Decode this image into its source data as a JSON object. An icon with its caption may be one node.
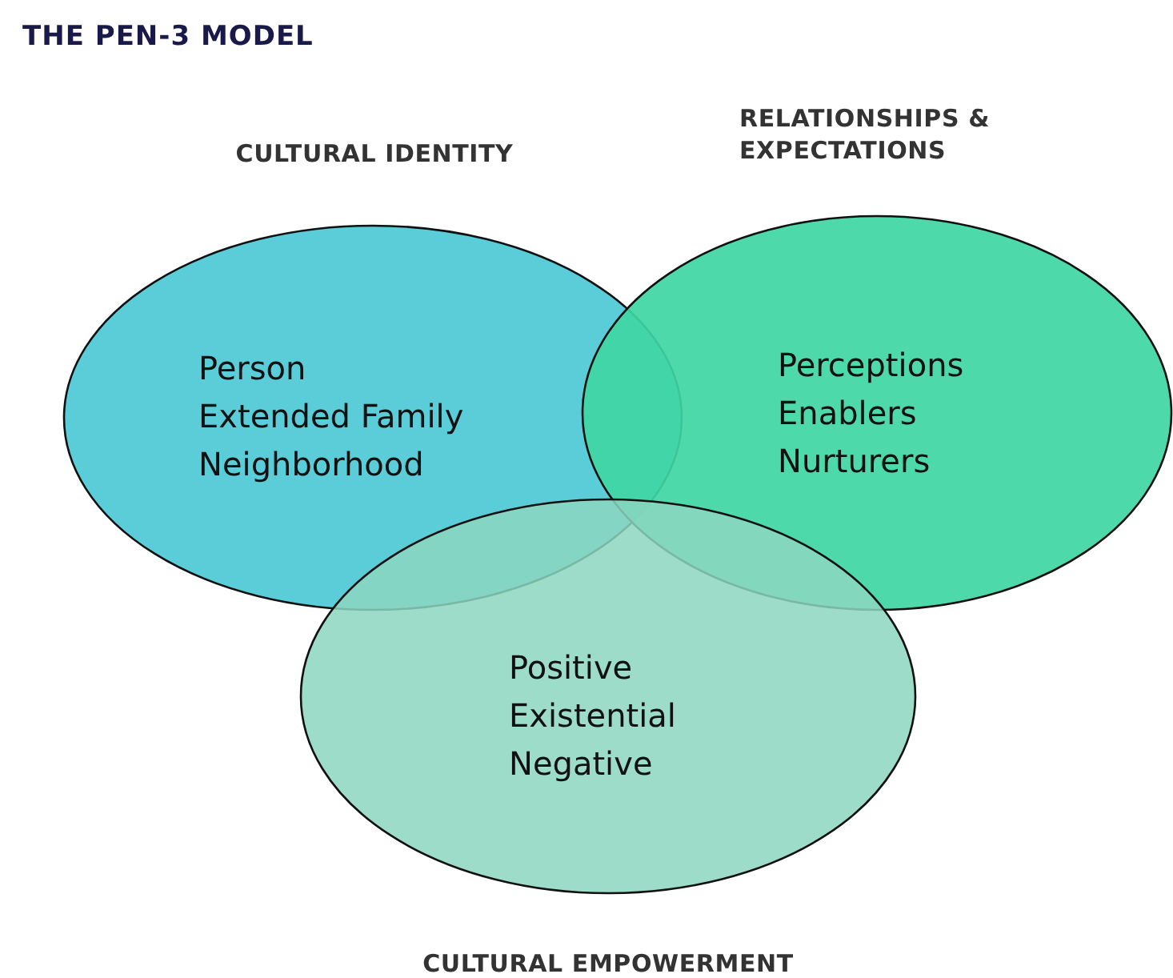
{
  "diagram": {
    "title": "THE PEN-3 MODEL",
    "nodes": [
      {
        "text": [
          "CULTURAL IDENTITY",
          "Person",
          "Extended Family",
          "Neighborhood"
        ]
      },
      {
        "text": [
          "RELATIONSHIPS & EXPECTATIONS",
          "Perceptions",
          "Enablers",
          "Nurturers"
        ]
      },
      {
        "text": [
          "CULTURAL EMPOWERMENT",
          "Positive",
          "Existential",
          "Negative"
        ]
      }
    ]
  }
}
